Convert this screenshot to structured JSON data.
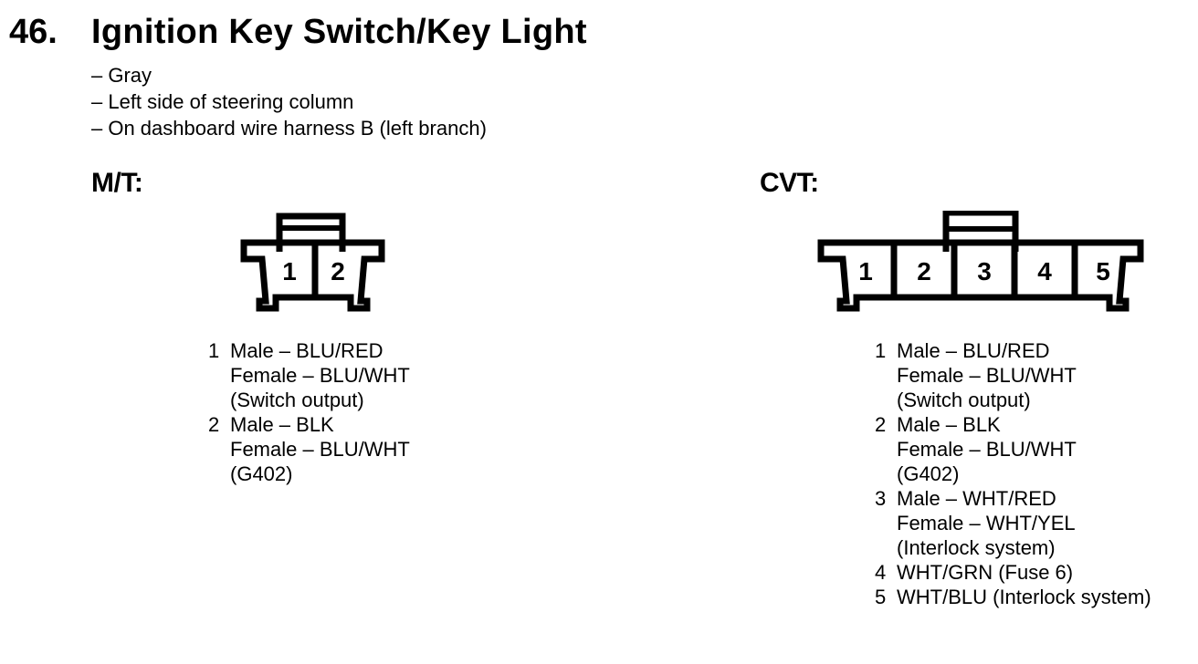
{
  "page": {
    "number": "46.",
    "title": "Ignition Key Switch/Key Light",
    "bullets": [
      "– Gray",
      "– Left side of steering column",
      "– On dashboard wire harness B (left branch)"
    ]
  },
  "colors": {
    "ink": "#000000",
    "paper": "#ffffff"
  },
  "mt": {
    "label": "M/T:",
    "connector": {
      "pins": [
        "1",
        "2"
      ]
    },
    "pin_list": [
      {
        "num": "1",
        "lines": [
          "Male – BLU/RED",
          "Female – BLU/WHT",
          "(Switch output)"
        ]
      },
      {
        "num": "2",
        "lines": [
          "Male – BLK",
          "Female – BLU/WHT",
          "(G402)"
        ]
      }
    ]
  },
  "cvt": {
    "label": "CVT:",
    "connector": {
      "pins": [
        "1",
        "2",
        "3",
        "4",
        "5"
      ]
    },
    "pin_list": [
      {
        "num": "1",
        "lines": [
          "Male – BLU/RED",
          "Female – BLU/WHT",
          "(Switch output)"
        ]
      },
      {
        "num": "2",
        "lines": [
          "Male – BLK",
          "Female – BLU/WHT",
          "(G402)"
        ]
      },
      {
        "num": "3",
        "lines": [
          "Male – WHT/RED",
          "Female – WHT/YEL",
          "(Interlock system)"
        ]
      },
      {
        "num": "4",
        "lines": [
          "WHT/GRN (Fuse 6)"
        ]
      },
      {
        "num": "5",
        "lines": [
          "WHT/BLU (Interlock system)"
        ]
      }
    ]
  }
}
